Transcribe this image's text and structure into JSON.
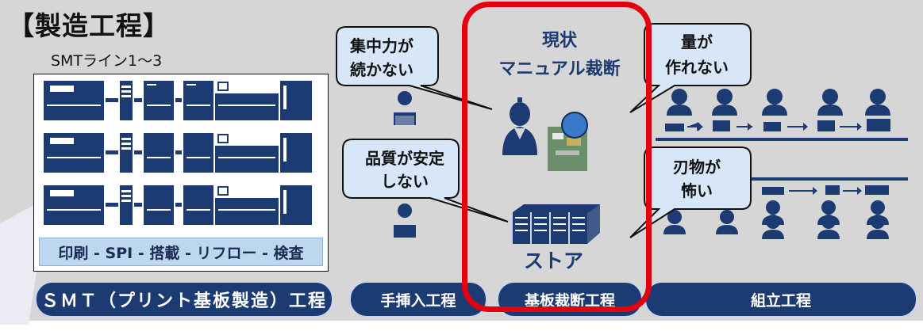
{
  "header": {
    "title": "【製造工程】",
    "subtitle": "SMTライン1～3"
  },
  "smt": {
    "process_sequence": "印刷 - SPI - 搭載 - リフロー - 検査",
    "line_count": 3
  },
  "center": {
    "heading_line1": "現状",
    "heading_line2": "マニュアル裁断",
    "store_label": "ストア"
  },
  "bubbles": [
    {
      "line1": "集中力が",
      "line2": "続かない"
    },
    {
      "line1": "品質が安定",
      "line2": "しない"
    },
    {
      "line1": "量が",
      "line2": "作れない"
    },
    {
      "line1": "刃物が",
      "line2": "怖い"
    }
  ],
  "steps": [
    {
      "label": "ＳＭＴ（プリント基板製造）工程"
    },
    {
      "label": "手挿入工程"
    },
    {
      "label": "基板裁断工程"
    },
    {
      "label": "組立工程"
    }
  ],
  "colors": {
    "navy": "#1c3b73",
    "highlight": "#e3000f",
    "bubble_fill": "#d7e7f7",
    "process_strip": "#bcd7ee",
    "background": "#d6d6d6"
  }
}
